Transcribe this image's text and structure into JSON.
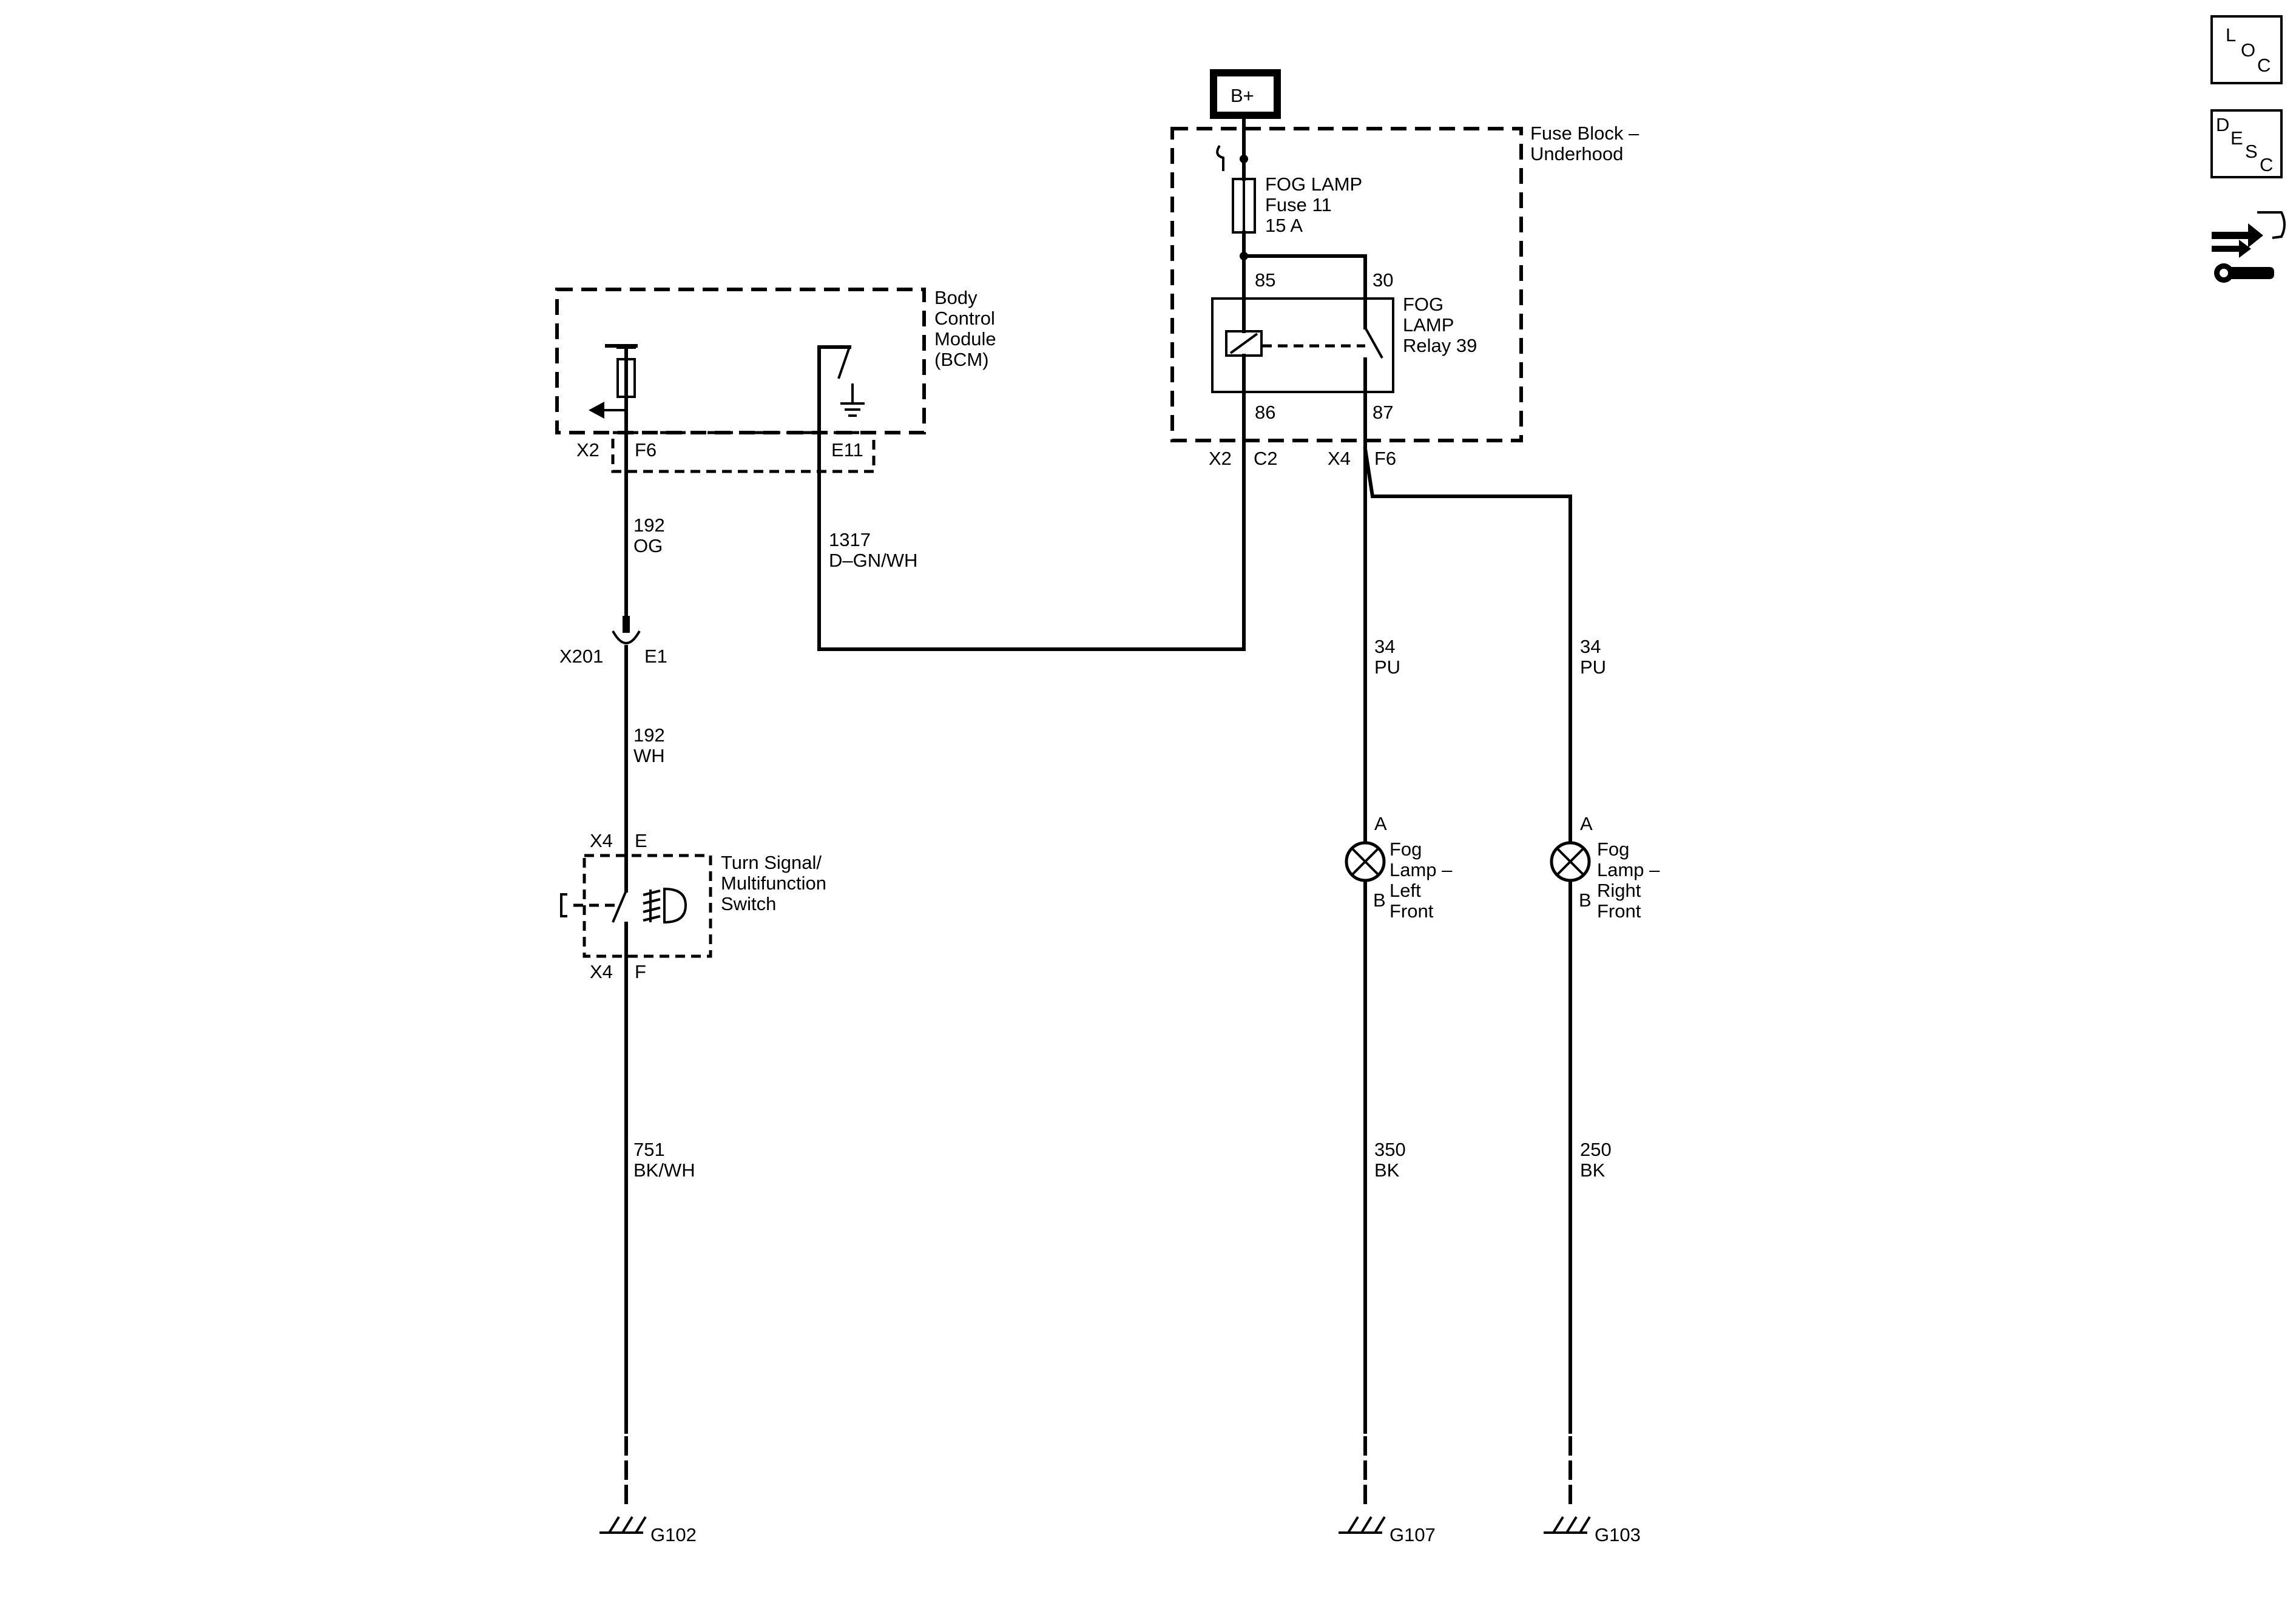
{
  "nav": {
    "loc": {
      "l": "L",
      "o": "O",
      "c": "C"
    },
    "desc": {
      "d": "D",
      "e": "E",
      "s": "S",
      "c": "C"
    },
    "connector_icon": "connector-tool-icon"
  },
  "power": {
    "label": "B+"
  },
  "fuse_block": {
    "name_line1": "Fuse Block –",
    "name_line2": "Underhood",
    "fuse_line1": "FOG LAMP",
    "fuse_line2": "Fuse 11",
    "fuse_line3": "15 A",
    "relay_line1": "FOG",
    "relay_line2": "LAMP",
    "relay_line3": "Relay 39",
    "pin_85": "85",
    "pin_30": "30",
    "pin_86": "86",
    "pin_87": "87",
    "conn_x2": "X2",
    "conn_c2": "C2",
    "conn_x4": "X4",
    "conn_f6": "F6"
  },
  "bcm": {
    "line1": "Body",
    "line2": "Control",
    "line3": "Module",
    "line4": "(BCM)",
    "conn_x2": "X2",
    "pin_f6": "F6",
    "pin_e11": "E11"
  },
  "wires": {
    "w192_og_num": "192",
    "w192_og_color": "OG",
    "w1317_num": "1317",
    "w1317_color": "D–GN/WH",
    "w192_wh_num": "192",
    "w192_wh_color": "WH",
    "w751_num": "751",
    "w751_color": "BK/WH",
    "w34_left_num": "34",
    "w34_left_color": "PU",
    "w34_right_num": "34",
    "w34_right_color": "PU",
    "w350_num": "350",
    "w350_color": "BK",
    "w250_num": "250",
    "w250_color": "BK"
  },
  "inline_connector": {
    "name": "X201",
    "pin": "E1"
  },
  "switch": {
    "line1": "Turn Signal/",
    "line2": "Multifunction",
    "line3": "Switch",
    "conn_top": "X4",
    "pin_top": "E",
    "conn_bottom": "X4",
    "pin_bottom": "F"
  },
  "fog_left": {
    "line1": "Fog",
    "line2": "Lamp –",
    "line3": "Left",
    "line4": "Front",
    "pin_a": "A",
    "pin_b": "B"
  },
  "fog_right": {
    "line1": "Fog",
    "line2": "Lamp –",
    "line3": "Right",
    "line4": "Front",
    "pin_a": "A",
    "pin_b": "B"
  },
  "grounds": {
    "g102": "G102",
    "g107": "G107",
    "g103": "G103"
  }
}
